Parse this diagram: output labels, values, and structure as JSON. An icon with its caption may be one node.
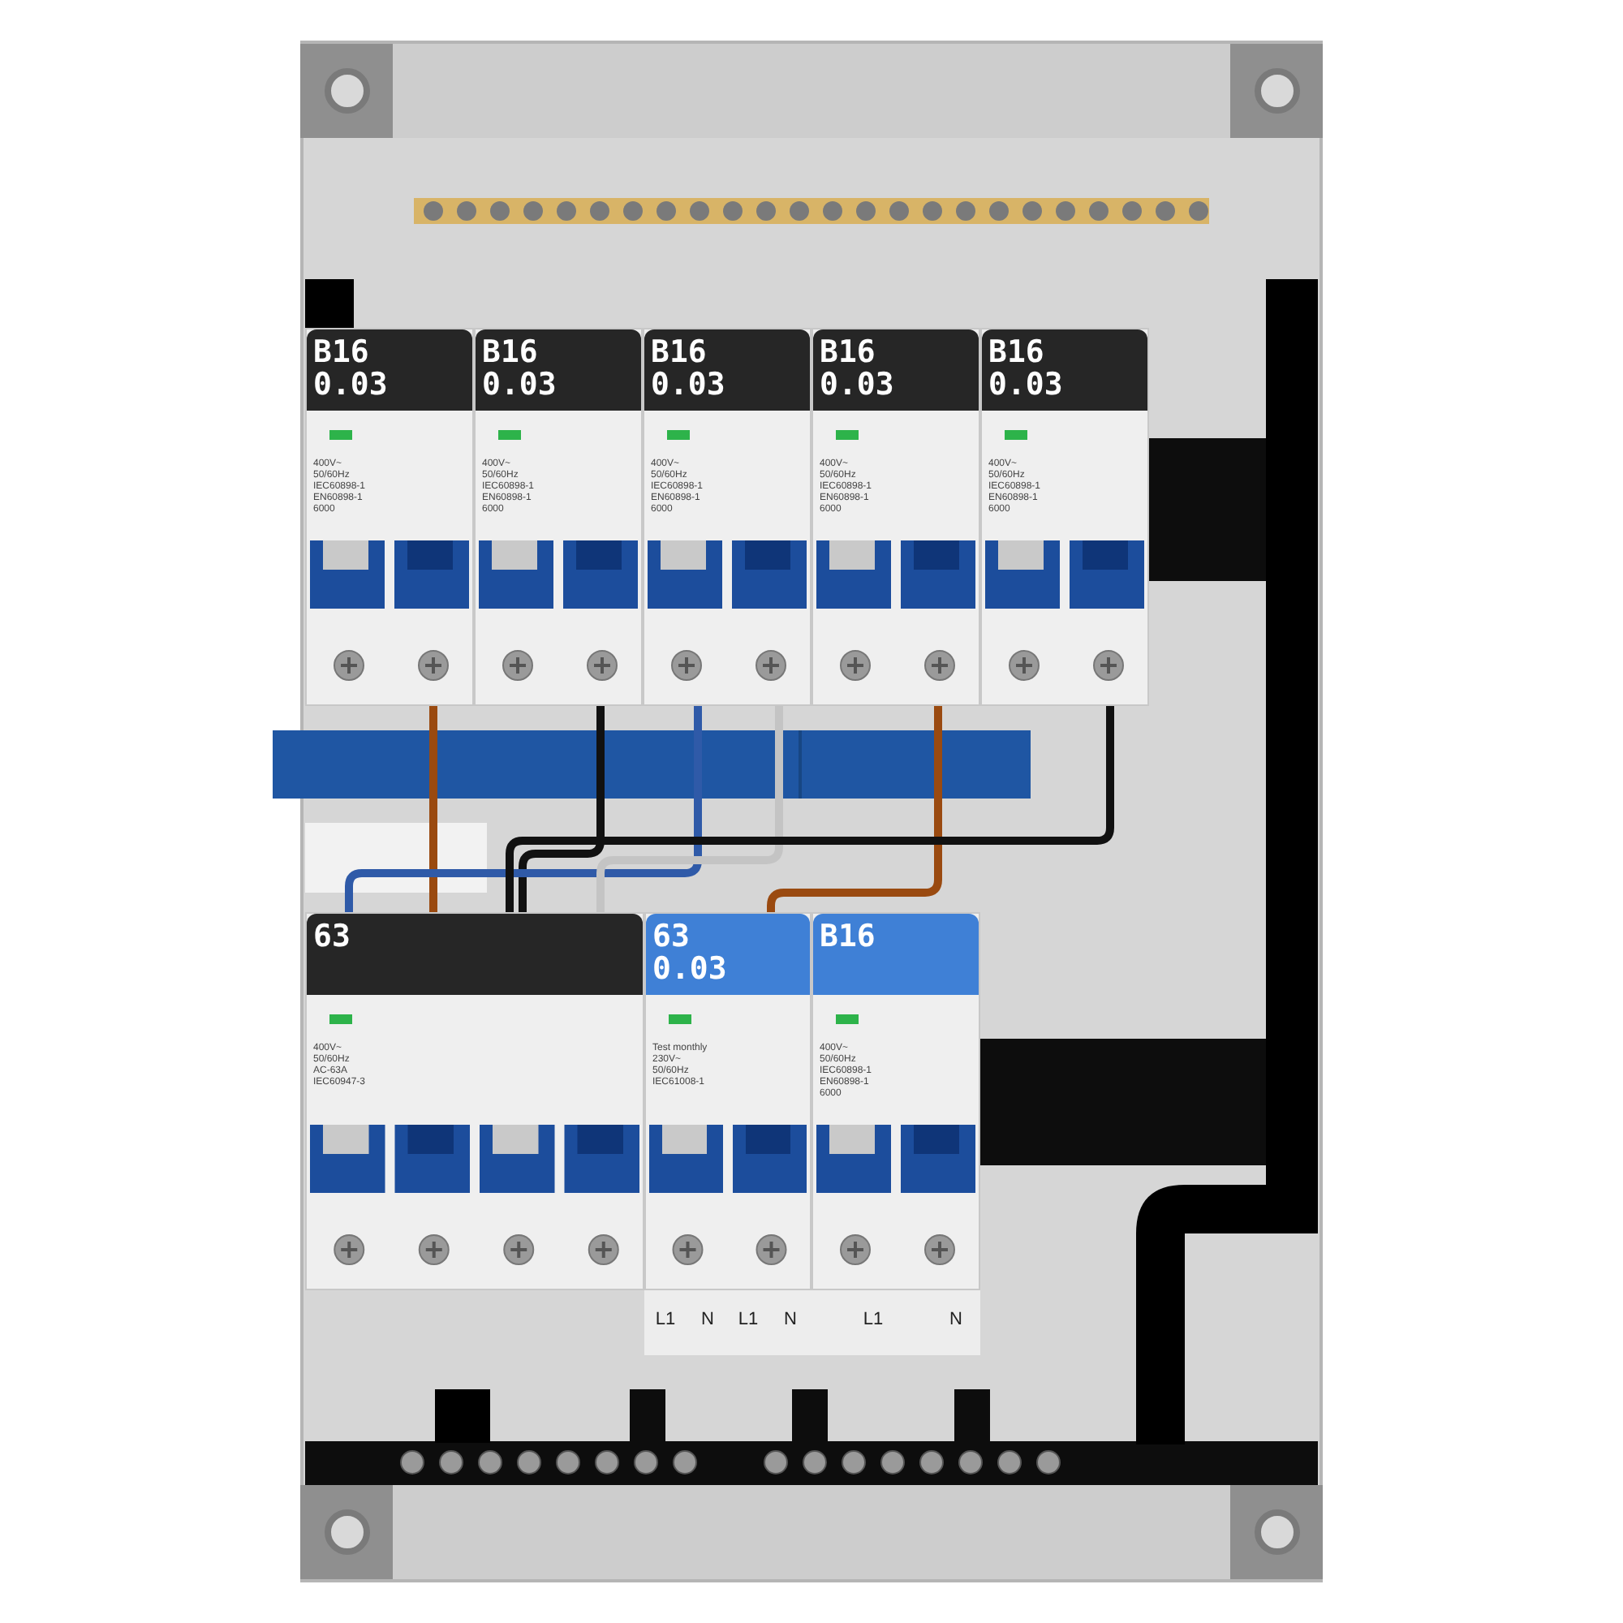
{
  "diagram": {
    "nodes": [
      {
        "text": [
          "B16 0.03",
          "400V~",
          "50/60Hz",
          "IEC60898-1",
          "EN60898-1",
          "6000"
        ]
      },
      {
        "text": [
          "B16 0.03",
          "400V~",
          "50/60Hz",
          "IEC60898-1",
          "EN60898-1",
          "6000"
        ]
      },
      {
        "text": [
          "B16 0.03",
          "400V~",
          "50/60Hz",
          "IEC60898-1",
          "EN60898-1",
          "6000"
        ]
      },
      {
        "text": [
          "B16 0.03",
          "400V~",
          "50/60Hz",
          "IEC60898-1",
          "EN60898-1",
          "6000"
        ]
      },
      {
        "text": [
          "B16 0.03",
          "400V~",
          "50/60Hz",
          "IEC60898-1",
          "EN60898-1",
          "6000"
        ]
      },
      {
        "text": [
          "63",
          "400V~",
          "50/60Hz",
          "AC-63A",
          "IEC60947-3"
        ]
      },
      {
        "text": [
          "63 0.03",
          "Test monthly",
          "230V~",
          "50/60Hz",
          "IEC61008-1"
        ]
      },
      {
        "text": [
          "B16",
          "400V~",
          "50/60Hz",
          "IEC60898-1",
          "EN60898-1",
          "6000"
        ]
      }
    ],
    "edges": [
      {
        "from": 0,
        "to": 5,
        "arrow": "none",
        "color": "#9a4a10"
      },
      {
        "from": 1,
        "to": 5,
        "arrow": "none",
        "color": "#111111"
      },
      {
        "from": 2,
        "to": 5,
        "arrow": "none",
        "color": "#2f5aa8"
      },
      {
        "from": 2,
        "to": 5,
        "arrow": "none",
        "color": "#c4c4c4"
      },
      {
        "from": 3,
        "to": 6,
        "arrow": "none",
        "color": "#9a4a10"
      },
      {
        "from": 4,
        "to": 5,
        "arrow": "none",
        "color": "#111111"
      }
    ],
    "labels": [
      "L1",
      "N",
      "L1",
      "N",
      "L1",
      "N"
    ]
  }
}
